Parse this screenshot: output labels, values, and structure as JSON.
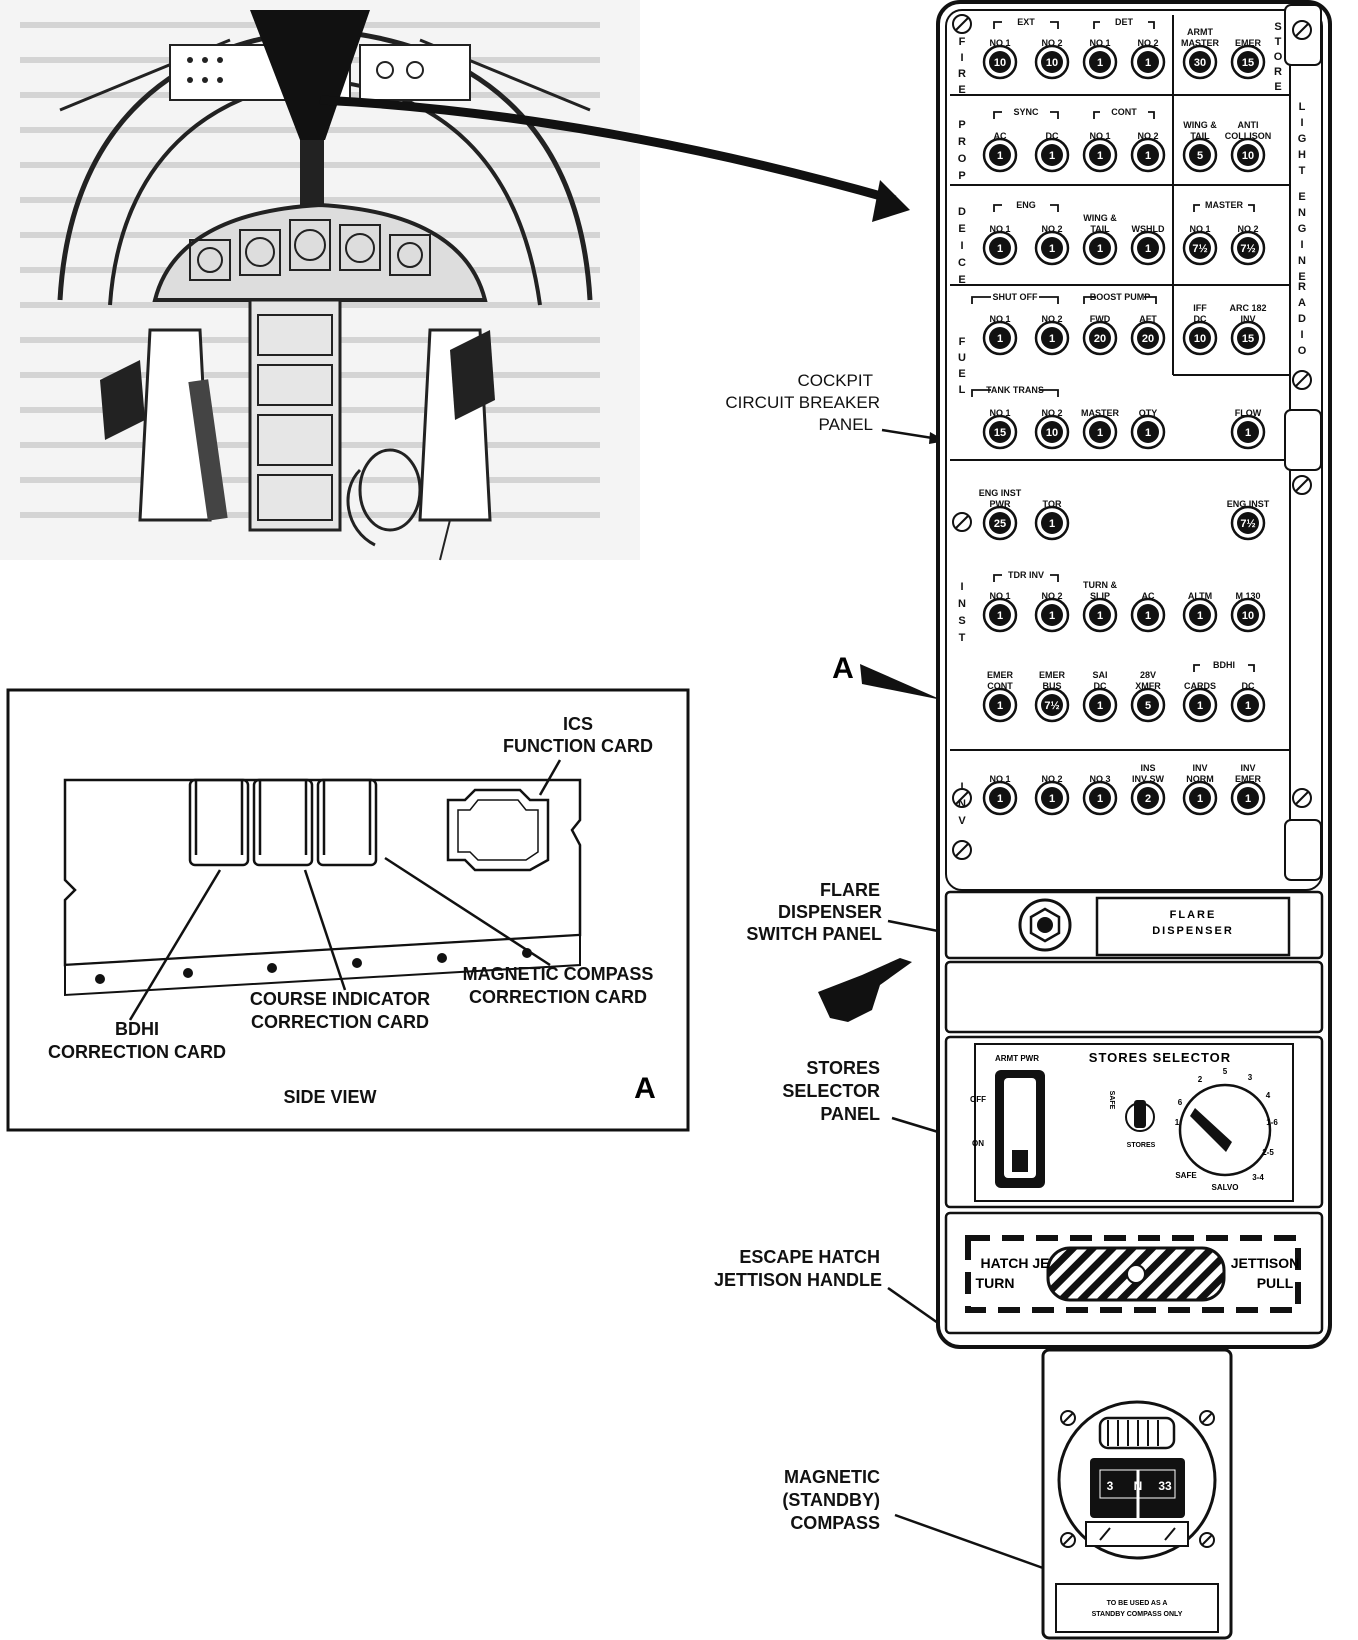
{
  "callouts": {
    "cockpit_cb_panel": [
      "COCKPIT",
      "CIRCUIT BREAKER",
      "PANEL"
    ],
    "flare_dispenser_switch_panel": [
      "FLARE",
      "DISPENSER",
      "SWITCH PANEL"
    ],
    "stores_selector_panel": [
      "STORES",
      "SELECTOR",
      "PANEL"
    ],
    "escape_hatch_handle": [
      "ESCAPE HATCH",
      "JETTISON HANDLE"
    ],
    "magnetic_compass": [
      "MAGNETIC",
      "(STANDBY)",
      "COMPASS"
    ],
    "view_ref": "A"
  },
  "side_view": {
    "title": "SIDE VIEW",
    "tag": "A",
    "ics_card": [
      "ICS",
      "FUNCTION CARD"
    ],
    "bdhi_card": [
      "BDHI",
      "CORRECTION CARD"
    ],
    "course_card": [
      "COURSE INDICATOR",
      "CORRECTION CARD"
    ],
    "magcomp_card": [
      "MAGNETIC COMPASS",
      "CORRECTION CARD"
    ]
  },
  "cb_panel": {
    "side_labels_left": [
      "FIRE",
      "PROP",
      "DEICE",
      "FUEL",
      "INST",
      "INV"
    ],
    "side_labels_right": [
      "STORE",
      "LIGHT",
      "ENGINE",
      "RADIO"
    ],
    "group_labels": {
      "ext": "EXT",
      "det": "DET",
      "sync": "SYNC",
      "cont": "CONT",
      "eng": "ENG",
      "master": "MASTER",
      "shutoff": "SHUT OFF",
      "boost": "BOOST PUMP",
      "tank": "TANK TRANS",
      "tdr_inv": "TDR INV",
      "bdhi": "BDHI"
    },
    "row1": [
      {
        "l1": "",
        "l2": "NO 1",
        "v": "10"
      },
      {
        "l1": "",
        "l2": "NO 2",
        "v": "10"
      },
      {
        "l1": "",
        "l2": "NO 1",
        "v": "1"
      },
      {
        "l1": "",
        "l2": "NO 2",
        "v": "1"
      },
      {
        "l1": "ARMT",
        "l2": "MASTER",
        "v": "30"
      },
      {
        "l1": "",
        "l2": "EMER",
        "v": "15"
      }
    ],
    "row2": [
      {
        "l1": "",
        "l2": "AC",
        "v": "1"
      },
      {
        "l1": "",
        "l2": "DC",
        "v": "1"
      },
      {
        "l1": "",
        "l2": "NO 1",
        "v": "1"
      },
      {
        "l1": "",
        "l2": "NO 2",
        "v": "1"
      },
      {
        "l1": "WING &",
        "l2": "TAIL",
        "v": "5"
      },
      {
        "l1": "ANTI",
        "l2": "COLLISON",
        "v": "10"
      }
    ],
    "row3": [
      {
        "l1": "",
        "l2": "NO 1",
        "v": "1"
      },
      {
        "l1": "",
        "l2": "NO 2",
        "v": "1"
      },
      {
        "l1": "WING &",
        "l2": "TAIL",
        "v": "1"
      },
      {
        "l1": "",
        "l2": "WSHLD",
        "v": "1"
      },
      {
        "l1": "",
        "l2": "NO 1",
        "v": "7½"
      },
      {
        "l1": "",
        "l2": "NO 2",
        "v": "7½"
      }
    ],
    "row4": [
      {
        "l1": "",
        "l2": "NO 1",
        "v": "1"
      },
      {
        "l1": "",
        "l2": "NO 2",
        "v": "1"
      },
      {
        "l1": "",
        "l2": "FWD",
        "v": "20"
      },
      {
        "l1": "",
        "l2": "AFT",
        "v": "20"
      },
      {
        "l1": "IFF",
        "l2": "DC",
        "v": "10"
      },
      {
        "l1": "ARC 182",
        "l2": "INV",
        "v": "15"
      }
    ],
    "row5": [
      {
        "l1": "",
        "l2": "NO 1",
        "v": "15"
      },
      {
        "l1": "",
        "l2": "NO 2",
        "v": "10"
      },
      {
        "l1": "",
        "l2": "MASTER",
        "v": "1"
      },
      {
        "l1": "",
        "l2": "QTY",
        "v": "1"
      },
      {
        "l1": "",
        "l2": "FLOW",
        "v": "1"
      }
    ],
    "row6": [
      {
        "l1": "ENG INST",
        "l2": "PWR",
        "v": "25"
      },
      {
        "l1": "",
        "l2": "TQR",
        "v": "1"
      },
      {
        "l1": "",
        "l2": "ENG INST",
        "v": "7½"
      }
    ],
    "row7": [
      {
        "l1": "",
        "l2": "NO 1",
        "v": "1"
      },
      {
        "l1": "",
        "l2": "NO 2",
        "v": "1"
      },
      {
        "l1": "TURN &",
        "l2": "SLIP",
        "v": "1"
      },
      {
        "l1": "",
        "l2": "AC",
        "v": "1"
      },
      {
        "l1": "",
        "l2": "ALTM",
        "v": "1"
      },
      {
        "l1": "",
        "l2": "M 130",
        "v": "10"
      }
    ],
    "row8": [
      {
        "l1": "EMER",
        "l2": "CONT",
        "v": "1"
      },
      {
        "l1": "EMER",
        "l2": "BUS",
        "v": "7½"
      },
      {
        "l1": "SAI",
        "l2": "DC",
        "v": "1"
      },
      {
        "l1": "28V",
        "l2": "XMFR",
        "v": "5"
      },
      {
        "l1": "",
        "l2": "CARDS",
        "v": "1"
      },
      {
        "l1": "",
        "l2": "DC",
        "v": "1"
      }
    ],
    "row9": [
      {
        "l1": "",
        "l2": "NO 1",
        "v": "1"
      },
      {
        "l1": "",
        "l2": "NO 2",
        "v": "1"
      },
      {
        "l1": "",
        "l2": "NO 3",
        "v": "1"
      },
      {
        "l1": "INS",
        "l2": "INV SW",
        "v": "2"
      },
      {
        "l1": "INV",
        "l2": "NORM",
        "v": "1"
      },
      {
        "l1": "INV",
        "l2": "EMER",
        "v": "1"
      }
    ]
  },
  "flare_panel": {
    "label": [
      "FLARE",
      "DISPENSER"
    ]
  },
  "stores_panel": {
    "title": "STORES SELECTOR",
    "armt_pwr": "ARMT PWR",
    "off": "OFF",
    "on": "ON",
    "safe_vertical": "SAFE",
    "stores": "STORES",
    "dial_positions": [
      "1",
      "6",
      "2",
      "5",
      "3",
      "4",
      "1-6",
      "2-5",
      "3-4",
      "SAFE",
      "SALVO"
    ]
  },
  "hatch_panel": {
    "left": [
      "HATCH JE",
      "TURN"
    ],
    "right": [
      "JETTISON",
      "PULL"
    ]
  },
  "compass": {
    "card_readings": [
      "3",
      "N",
      "33"
    ],
    "placard": [
      "TO BE USED AS A",
      "STANDBY COMPASS ONLY"
    ]
  }
}
